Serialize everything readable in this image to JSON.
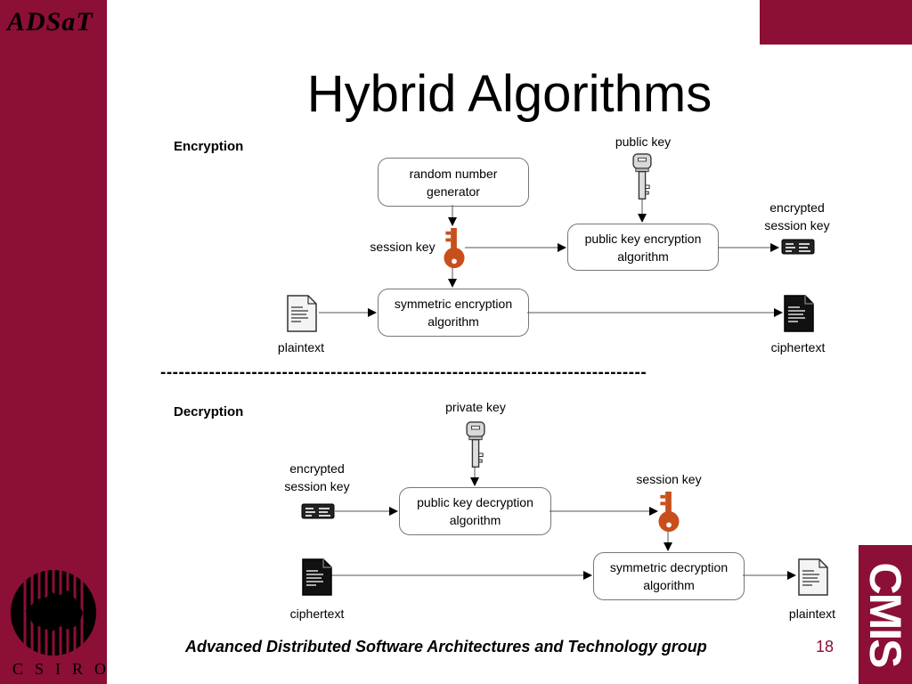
{
  "brand": "ADSaT",
  "logo": {
    "name": "CSIRO",
    "side_text": "CMIS"
  },
  "title": "Hybrid Algorithms",
  "encryption": {
    "heading": "Encryption",
    "public_key_label": "public key",
    "rng_box": "random number generator",
    "session_key_label": "session key",
    "pk_encrypt_box": "public key encryption algorithm",
    "encrypted_session_key_label": "encrypted session key",
    "sym_encrypt_box": "symmetric encryption algorithm",
    "plaintext_label": "plaintext",
    "ciphertext_label": "ciphertext"
  },
  "separator": "--------------------------------------------------------------------------------",
  "decryption": {
    "heading": "Decryption",
    "private_key_label": "private key",
    "encrypted_session_key_label": "encrypted session key",
    "pk_decrypt_box": "public key decryption algorithm",
    "session_key_label": "session key",
    "ciphertext_label": "ciphertext",
    "sym_decrypt_box": "symmetric decryption algorithm",
    "plaintext_label": "plaintext"
  },
  "footer": "Advanced Distributed Software Architectures and Technology group",
  "page_number": "18",
  "colors": {
    "brand": "#8c0f35",
    "key_orange": "#c84f1c"
  }
}
